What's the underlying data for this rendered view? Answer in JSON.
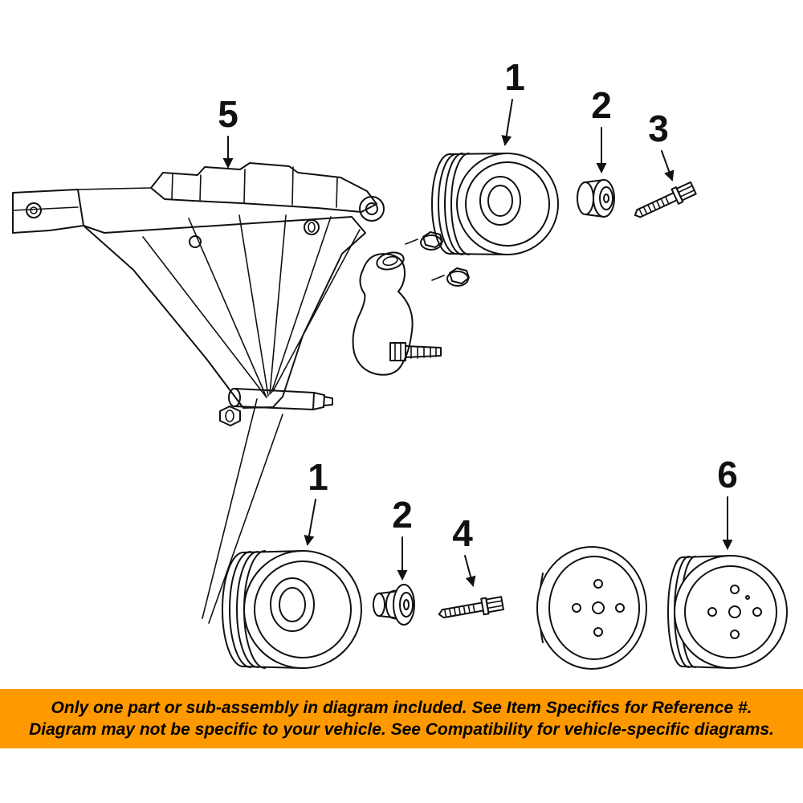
{
  "image_type": "exploded-parts-diagram",
  "callouts": [
    {
      "label": "5"
    },
    {
      "label": "1"
    },
    {
      "label": "2"
    },
    {
      "label": "3"
    },
    {
      "label": "1"
    },
    {
      "label": "2"
    },
    {
      "label": "4"
    },
    {
      "label": "6"
    }
  ],
  "banner": {
    "line1": "Only one part or sub-assembly in diagram included. See Item Specifics for Reference #.",
    "line2": "Diagram may not be specific to your vehicle. See Compatibility for vehicle-specific diagrams.",
    "background_color": "#FF9900",
    "text_color": "#000000"
  },
  "colors": {
    "line_art": "#111111",
    "background": "#FFFFFF"
  }
}
